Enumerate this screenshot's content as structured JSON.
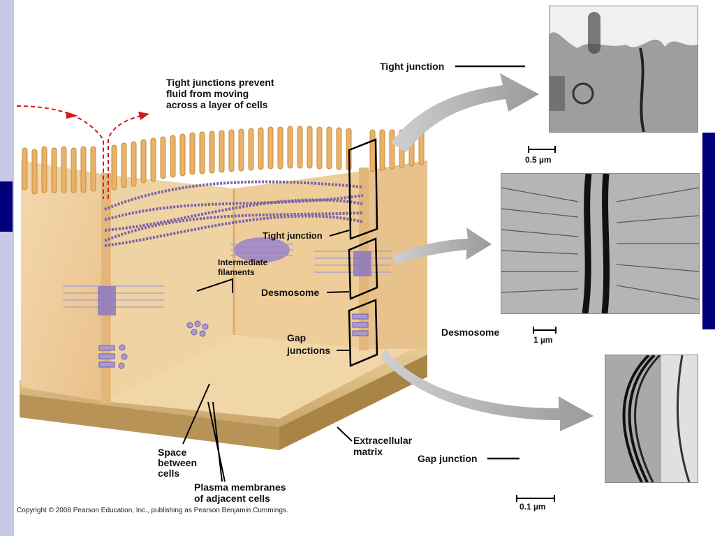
{
  "slide": {
    "left_bar_color": "#c8c8e8",
    "accent_color": "#00007a",
    "labels": {
      "tight_prevent": [
        "Tight junctions prevent",
        "fluid from moving",
        "across a layer of cells"
      ],
      "tight_junction_inner": "Tight junction",
      "intermediate": [
        "Intermediate",
        "filaments"
      ],
      "desmosome_inner": "Desmosome",
      "gap_inner": [
        "Gap",
        "junctions"
      ],
      "space_between": [
        "Space",
        "between",
        "cells"
      ],
      "plasma": [
        "Plasma membranes",
        "of adjacent cells"
      ],
      "ecm": [
        "Extracellular",
        "matrix"
      ],
      "tight_micro": "Tight junction",
      "desmosome_micro": "Desmosome",
      "gap_micro": "Gap junction"
    },
    "scales": {
      "tight": "0.5 µm",
      "desmosome": "1 µm",
      "gap": "0.1 µm"
    },
    "copyright": "Copyright © 2008 Pearson Education, Inc., publishing as Pearson Benjamin Cummings."
  }
}
